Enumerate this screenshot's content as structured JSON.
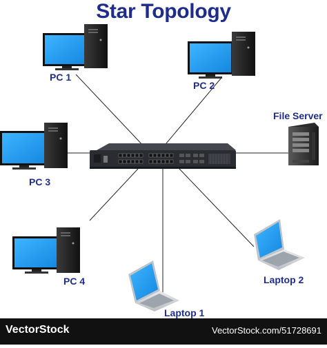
{
  "title": "Star Topology",
  "labels": {
    "pc1": "PC 1",
    "pc2": "PC 2",
    "pc3": "PC 3",
    "pc4": "PC 4",
    "file_server": "File Server",
    "laptop1": "Laptop 1",
    "laptop2": "Laptop 2"
  },
  "footer": {
    "brand": "VectorStock",
    "url": "VectorStock.com/51728691"
  },
  "colors": {
    "title": "#1e2d8a",
    "screen": "#1e9cf0",
    "case": "#1b1b1b",
    "switch": "#2a2c31",
    "link": "#222222"
  }
}
